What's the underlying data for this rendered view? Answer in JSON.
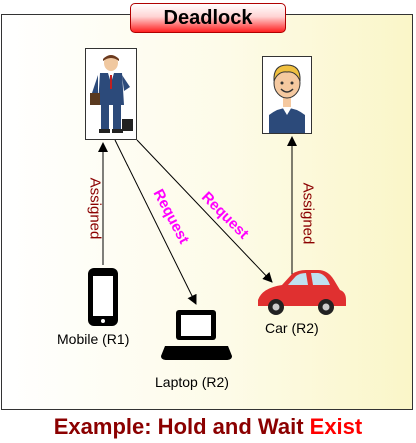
{
  "title": "Deadlock",
  "labels": {
    "mobile": "Mobile (R1)",
    "laptop": "Laptop (R2)",
    "car": "Car (R2)",
    "assigned_left": "Assigned",
    "assigned_right": "Assigned",
    "request_1": "Request",
    "request_2": "Request"
  },
  "footer": {
    "prefix": "Example: Hold and Wait ",
    "highlight": "Exist"
  },
  "colors": {
    "assigned": "#8b0000",
    "request": "#ff00ff",
    "car_body": "#e03030",
    "title_fill": "#ff2020"
  },
  "icons": [
    "businessman-icon",
    "boy-avatar-icon",
    "mobile-phone-icon",
    "laptop-icon",
    "car-icon"
  ]
}
